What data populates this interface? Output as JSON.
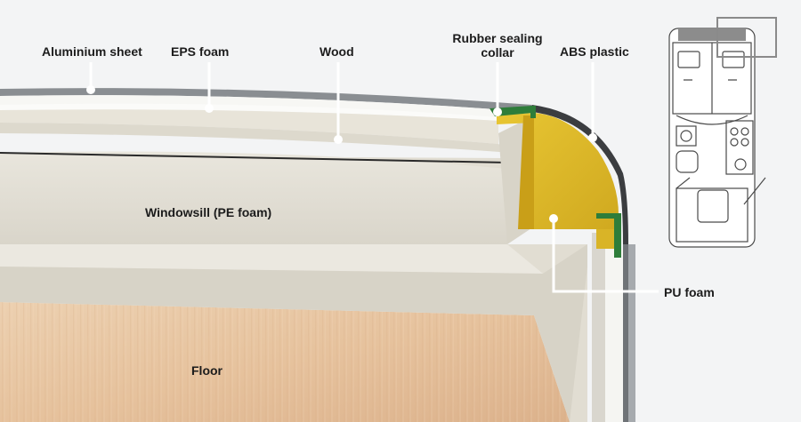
{
  "labels": {
    "aluminium_sheet": "Aluminium sheet",
    "eps_foam": "EPS foam",
    "wood": "Wood",
    "rubber_collar_line1": "Rubber sealing",
    "rubber_collar_line2": "collar",
    "abs_plastic": "ABS plastic",
    "windowsill": "Windowsill (PE foam)",
    "pu_foam": "PU foam",
    "floor": "Floor"
  },
  "colors": {
    "background": "#f3f4f5",
    "aluminium": "#8a8e92",
    "eps_foam": "#f4f4f2",
    "wood_panel": "#e6e2d8",
    "pu_foam": "#e4bf2c",
    "rubber_collar": "#2e7d3a",
    "abs_plastic": "#3b3d40",
    "windowsill": "#e3e0d6",
    "floor": "#e9c6a2",
    "callout_line": "#ffffff"
  },
  "icons": [
    "caravan-floorplan-icon"
  ]
}
